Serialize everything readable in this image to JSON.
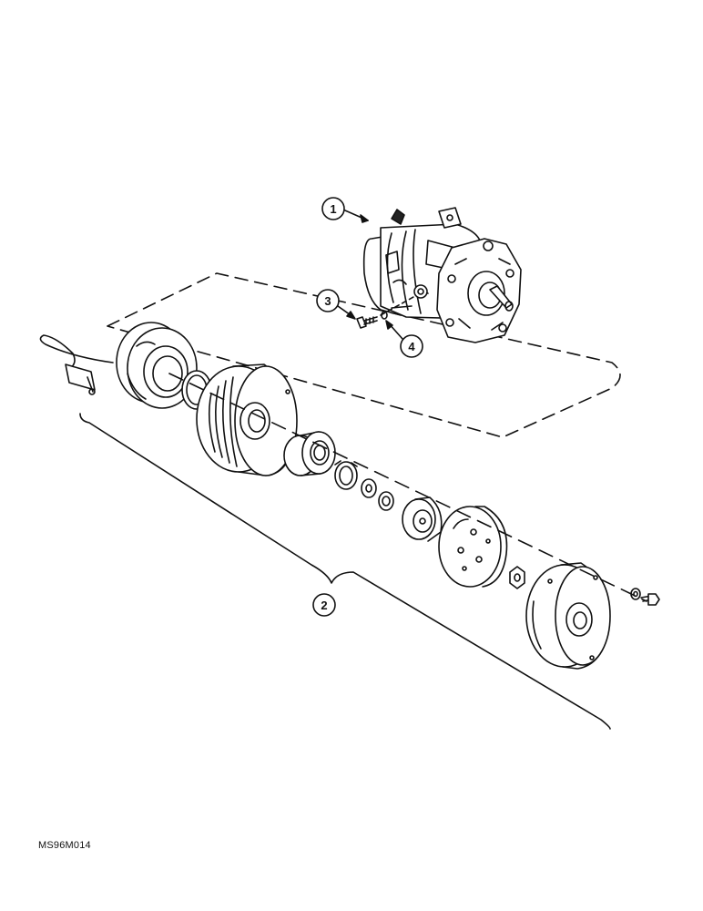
{
  "figure_code": "MS96M014",
  "callouts": [
    {
      "number": "1"
    },
    {
      "number": "2"
    },
    {
      "number": "3"
    },
    {
      "number": "4"
    }
  ],
  "colors": {
    "ink": "#111111",
    "background": "#ffffff"
  }
}
